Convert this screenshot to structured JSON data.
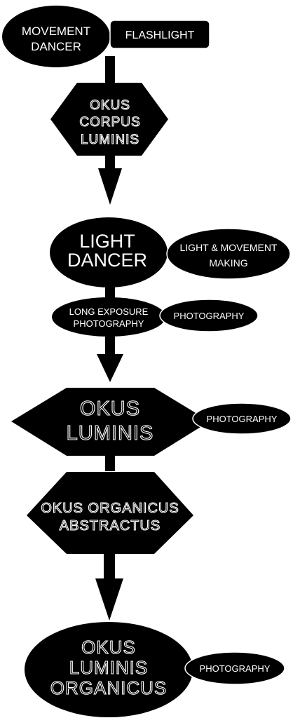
{
  "nodes": {
    "movement_dancer": {
      "line1": "MOVEMENT",
      "line2": "DANCER"
    },
    "flashlight": {
      "label": "FLASHLIGHT"
    },
    "okus_corpus_luminis": {
      "line1": "OKUS",
      "line2": "CORPUS",
      "line3": "LUMINIS"
    },
    "light_dancer": {
      "line1": "LIGHT",
      "line2": "DANCER"
    },
    "light_movement_making": {
      "line1": "LIGHT & MOVEMENT",
      "line2": "MAKING"
    },
    "long_exposure_photography": {
      "line1": "LONG EXPOSURE",
      "line2": "PHOTOGRAPHY"
    },
    "photography_1": {
      "label": "PHOTOGRAPHY"
    },
    "okus_luminis": {
      "line1": "OKUS",
      "line2": "LUMINIS"
    },
    "photography_2": {
      "label": "PHOTOGRAPHY"
    },
    "okus_organicus_abstractus": {
      "line1": "OKUS ORGANICUS",
      "line2": "ABSTRACTUS"
    },
    "okus_luminis_organicus": {
      "line1": "OKUS",
      "line2": "LUMINIS",
      "line3": "ORGANICUS"
    },
    "photography_3": {
      "label": "PHOTOGRAPHY"
    }
  },
  "colors": {
    "fill": "#000000",
    "text": "#ffffff",
    "background": "#ffffff"
  }
}
